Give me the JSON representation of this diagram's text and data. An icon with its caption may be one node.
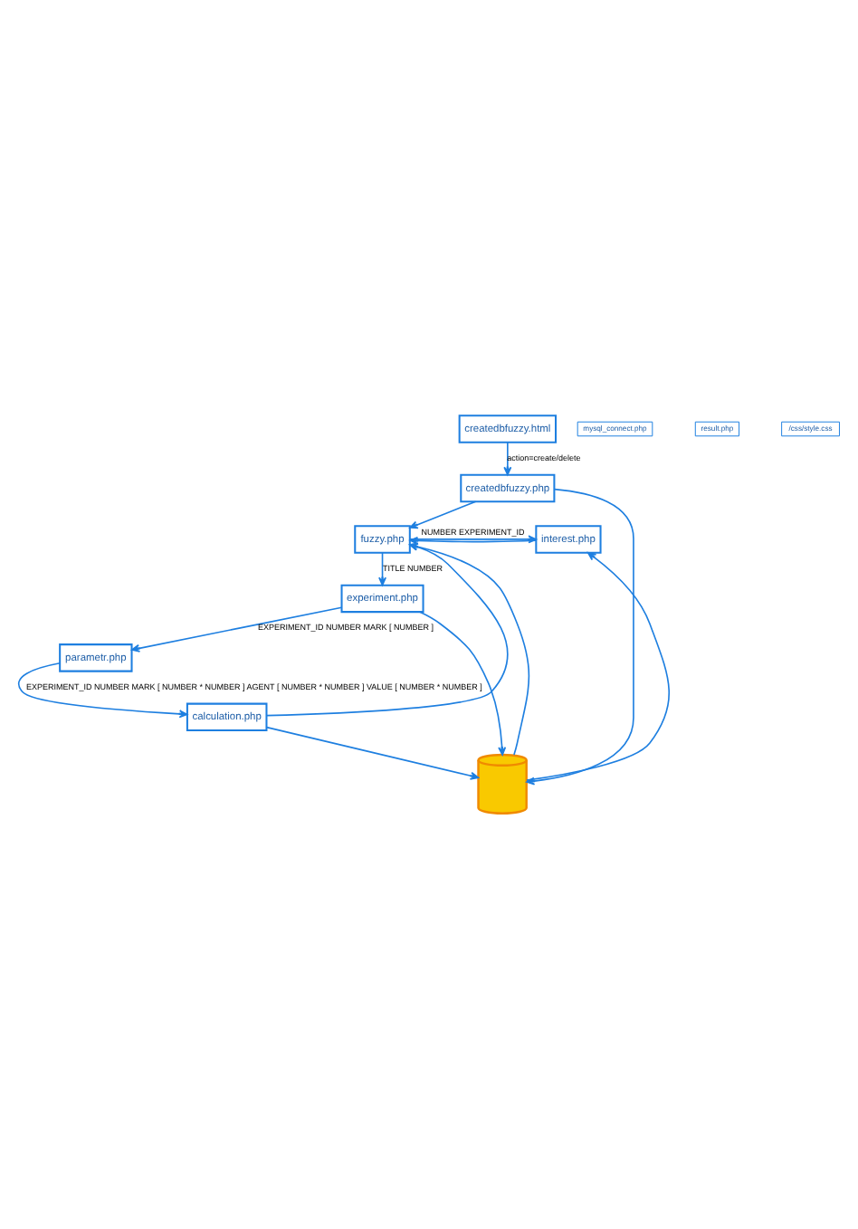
{
  "diagram": {
    "nodes": [
      {
        "text": [
          "createdbfuzzy.html"
        ]
      },
      {
        "text": [
          "createdbfuzzy.php"
        ]
      },
      {
        "text": [
          "fuzzy.php"
        ]
      },
      {
        "text": [
          "interest.php"
        ]
      },
      {
        "text": [
          "experiment.php"
        ]
      },
      {
        "text": [
          "parametr.php"
        ]
      },
      {
        "text": [
          "calculation.php"
        ]
      },
      {
        "text": [],
        "shape": "cylinder"
      },
      {
        "text": [
          "mysql_connect.php"
        ]
      },
      {
        "text": [
          "result.php"
        ]
      },
      {
        "text": [
          "/css/style.css"
        ]
      }
    ],
    "edges": [
      {
        "from": 0,
        "to": 1,
        "arrow": "to",
        "label": "action=create/delete"
      },
      {
        "from": 1,
        "to": 2,
        "arrow": "to"
      },
      {
        "from": 1,
        "to": 7,
        "arrow": "to"
      },
      {
        "from": 2,
        "to": 3,
        "arrow": "to",
        "label": "NUMBER EXPERIMENT_ID"
      },
      {
        "from": 3,
        "to": 2,
        "arrow": "to"
      },
      {
        "from": 7,
        "to": 2,
        "arrow": "to"
      },
      {
        "from": 7,
        "to": 3,
        "arrow": "to"
      },
      {
        "from": 2,
        "to": 4,
        "arrow": "to",
        "label": "TITLE NUMBER"
      },
      {
        "from": 4,
        "to": 7,
        "arrow": "to"
      },
      {
        "from": 4,
        "to": 5,
        "arrow": "to",
        "label": "EXPERIMENT_ID NUMBER MARK [ NUMBER ]"
      },
      {
        "from": 5,
        "to": 6,
        "arrow": "to",
        "label": "EXPERIMENT_ID NUMBER MARK [ NUMBER * NUMBER ] AGENT [ NUMBER * NUMBER ] VALUE [ NUMBER * NUMBER ]"
      },
      {
        "from": 6,
        "to": 7,
        "arrow": "to"
      },
      {
        "from": 6,
        "to": 2,
        "arrow": "to"
      }
    ]
  }
}
